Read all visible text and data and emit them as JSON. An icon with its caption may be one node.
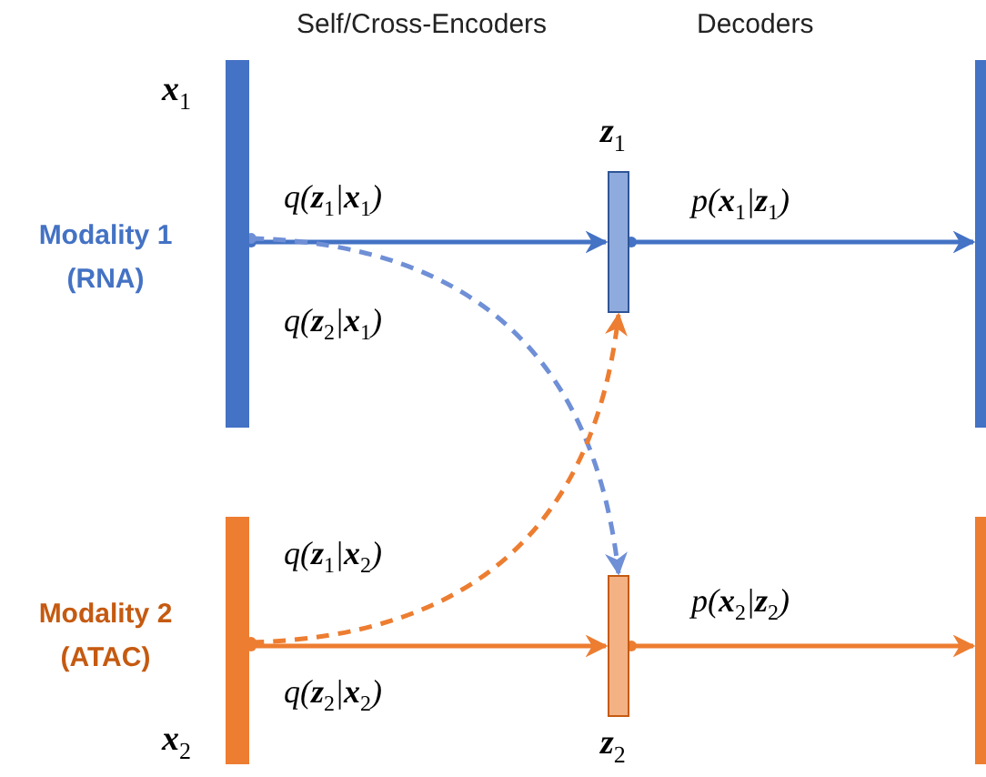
{
  "diagram": {
    "nodes": [
      {
        "text": [
          "**x**$_{1}$"
        ],
        "beside": [
          "Modality 1 (RNA)"
        ]
      },
      {
        "text": [
          "**z**$_{1}$"
        ]
      },
      {
        "text": [],
        "shape": "bar"
      },
      {
        "text": [
          "**x**$_{2}$"
        ],
        "beside": [
          "Modality 2 (ATAC)"
        ]
      },
      {
        "text": [
          "**z**$_{2}$"
        ]
      },
      {
        "text": [],
        "shape": "bar"
      }
    ],
    "edges": [
      {
        "from": 0,
        "to": 1,
        "arrow": "to",
        "label": "q(**z**$_{1}$|**x**$_{1}$)",
        "color": "#4472c4"
      },
      {
        "from": 0,
        "to": 4,
        "arrow": "to",
        "label": "q(**z**$_{2}$|**x**$_{1}$)",
        "style": "dashed",
        "color": "#6f8fd6"
      },
      {
        "from": 1,
        "to": 2,
        "arrow": "to",
        "label": "p(**x**$_{1}$|**z**$_{1}$)",
        "color": "#4472c4"
      },
      {
        "from": 3,
        "to": 1,
        "arrow": "to",
        "label": "q(**z**$_{1}$|**x**$_{2}$)",
        "style": "dashed",
        "color": "#ed7d31"
      },
      {
        "from": 3,
        "to": 4,
        "arrow": "to",
        "label": "q(**z**$_{2}$|**x**$_{2}$)",
        "color": "#ed7d31"
      },
      {
        "from": 4,
        "to": 5,
        "arrow": "to",
        "label": "p(**x**$_{2}$|**z**$_{2}$)",
        "color": "#ed7d31"
      }
    ],
    "labels": [
      "Self/Cross-Encoders",
      "Decoders"
    ]
  }
}
